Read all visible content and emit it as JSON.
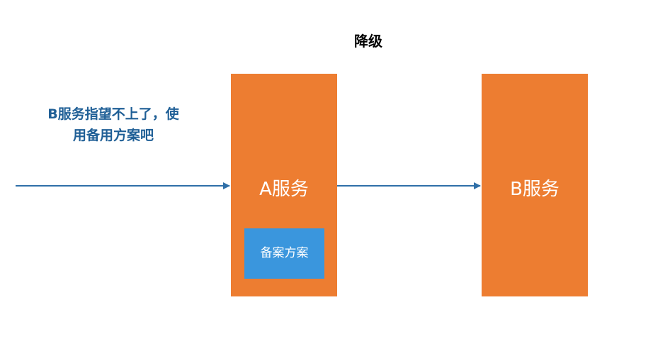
{
  "title": "降级",
  "note": {
    "line1": "B服务指望不上了，使",
    "line2": "用备用方案吧"
  },
  "service_a": {
    "label": "A服务",
    "color": "#ed7d31"
  },
  "backup_plan": {
    "label": "备案方案",
    "color": "#3a96dd"
  },
  "service_b": {
    "label": "B服务",
    "color": "#ed7d31"
  },
  "arrow_color": "#2f6fa8"
}
